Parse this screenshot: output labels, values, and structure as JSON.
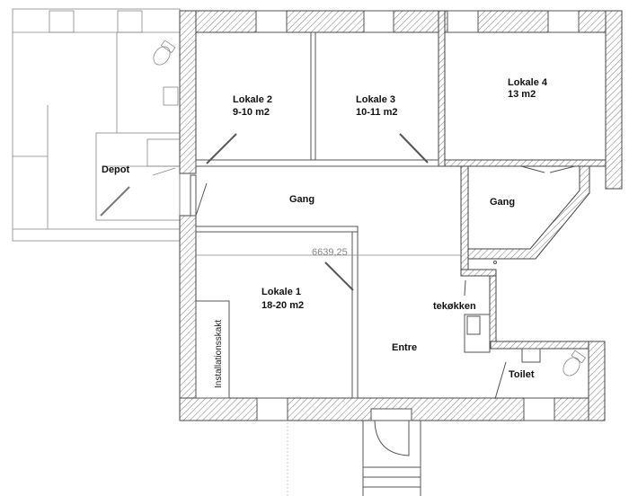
{
  "rooms": {
    "lokale2": {
      "name": "Lokale 2",
      "area": "9-10 m2"
    },
    "lokale3": {
      "name": "Lokale 3",
      "area": "10-11 m2"
    },
    "lokale4": {
      "name": "Lokale 4",
      "area": "13 m2"
    },
    "lokale1": {
      "name": "Lokale 1",
      "area": "18-20 m2"
    },
    "gang1": "Gang",
    "gang2": "Gang",
    "entre": "Entre",
    "tekokken": "tekøkken",
    "toilet": "Toilet",
    "depot": "Depot",
    "installation": "Installationsskakt"
  },
  "dimension": "6639,25"
}
